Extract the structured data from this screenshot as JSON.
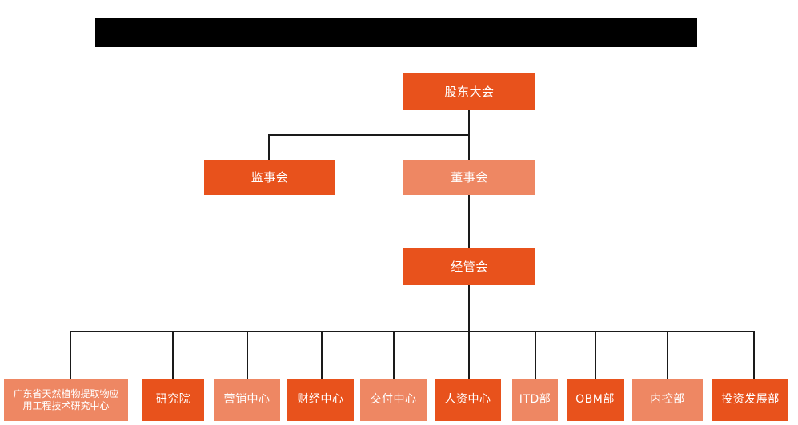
{
  "banner": {
    "name": "redacted-title-banner",
    "text": ""
  },
  "chart": {
    "title": "",
    "type": "org-chart",
    "colors": {
      "dark_orange": "#E8521C",
      "light_orange": "#EE8763",
      "connector": "#1a1a1a",
      "background": "#ffffff",
      "redaction": "#000000"
    },
    "nodes": {
      "shareholders_meeting": {
        "label": "股东大会",
        "tone": "dark"
      },
      "board_of_supervisors": {
        "label": "监事会",
        "tone": "dark"
      },
      "board_of_directors": {
        "label": "董事会",
        "tone": "light"
      },
      "management_committee": {
        "label": "经管会",
        "tone": "dark"
      }
    },
    "departments": [
      {
        "label": "广东省天然植物提取物应\n用工程技术研究中心",
        "tone": "light"
      },
      {
        "label": "研究院",
        "tone": "dark"
      },
      {
        "label": "营销中心",
        "tone": "light"
      },
      {
        "label": "财经中心",
        "tone": "dark"
      },
      {
        "label": "交付中心",
        "tone": "light"
      },
      {
        "label": "人资中心",
        "tone": "dark"
      },
      {
        "label": "ITD部",
        "tone": "light"
      },
      {
        "label": "OBM部",
        "tone": "dark"
      },
      {
        "label": "内控部",
        "tone": "light"
      },
      {
        "label": "投资发展部",
        "tone": "dark"
      }
    ]
  }
}
